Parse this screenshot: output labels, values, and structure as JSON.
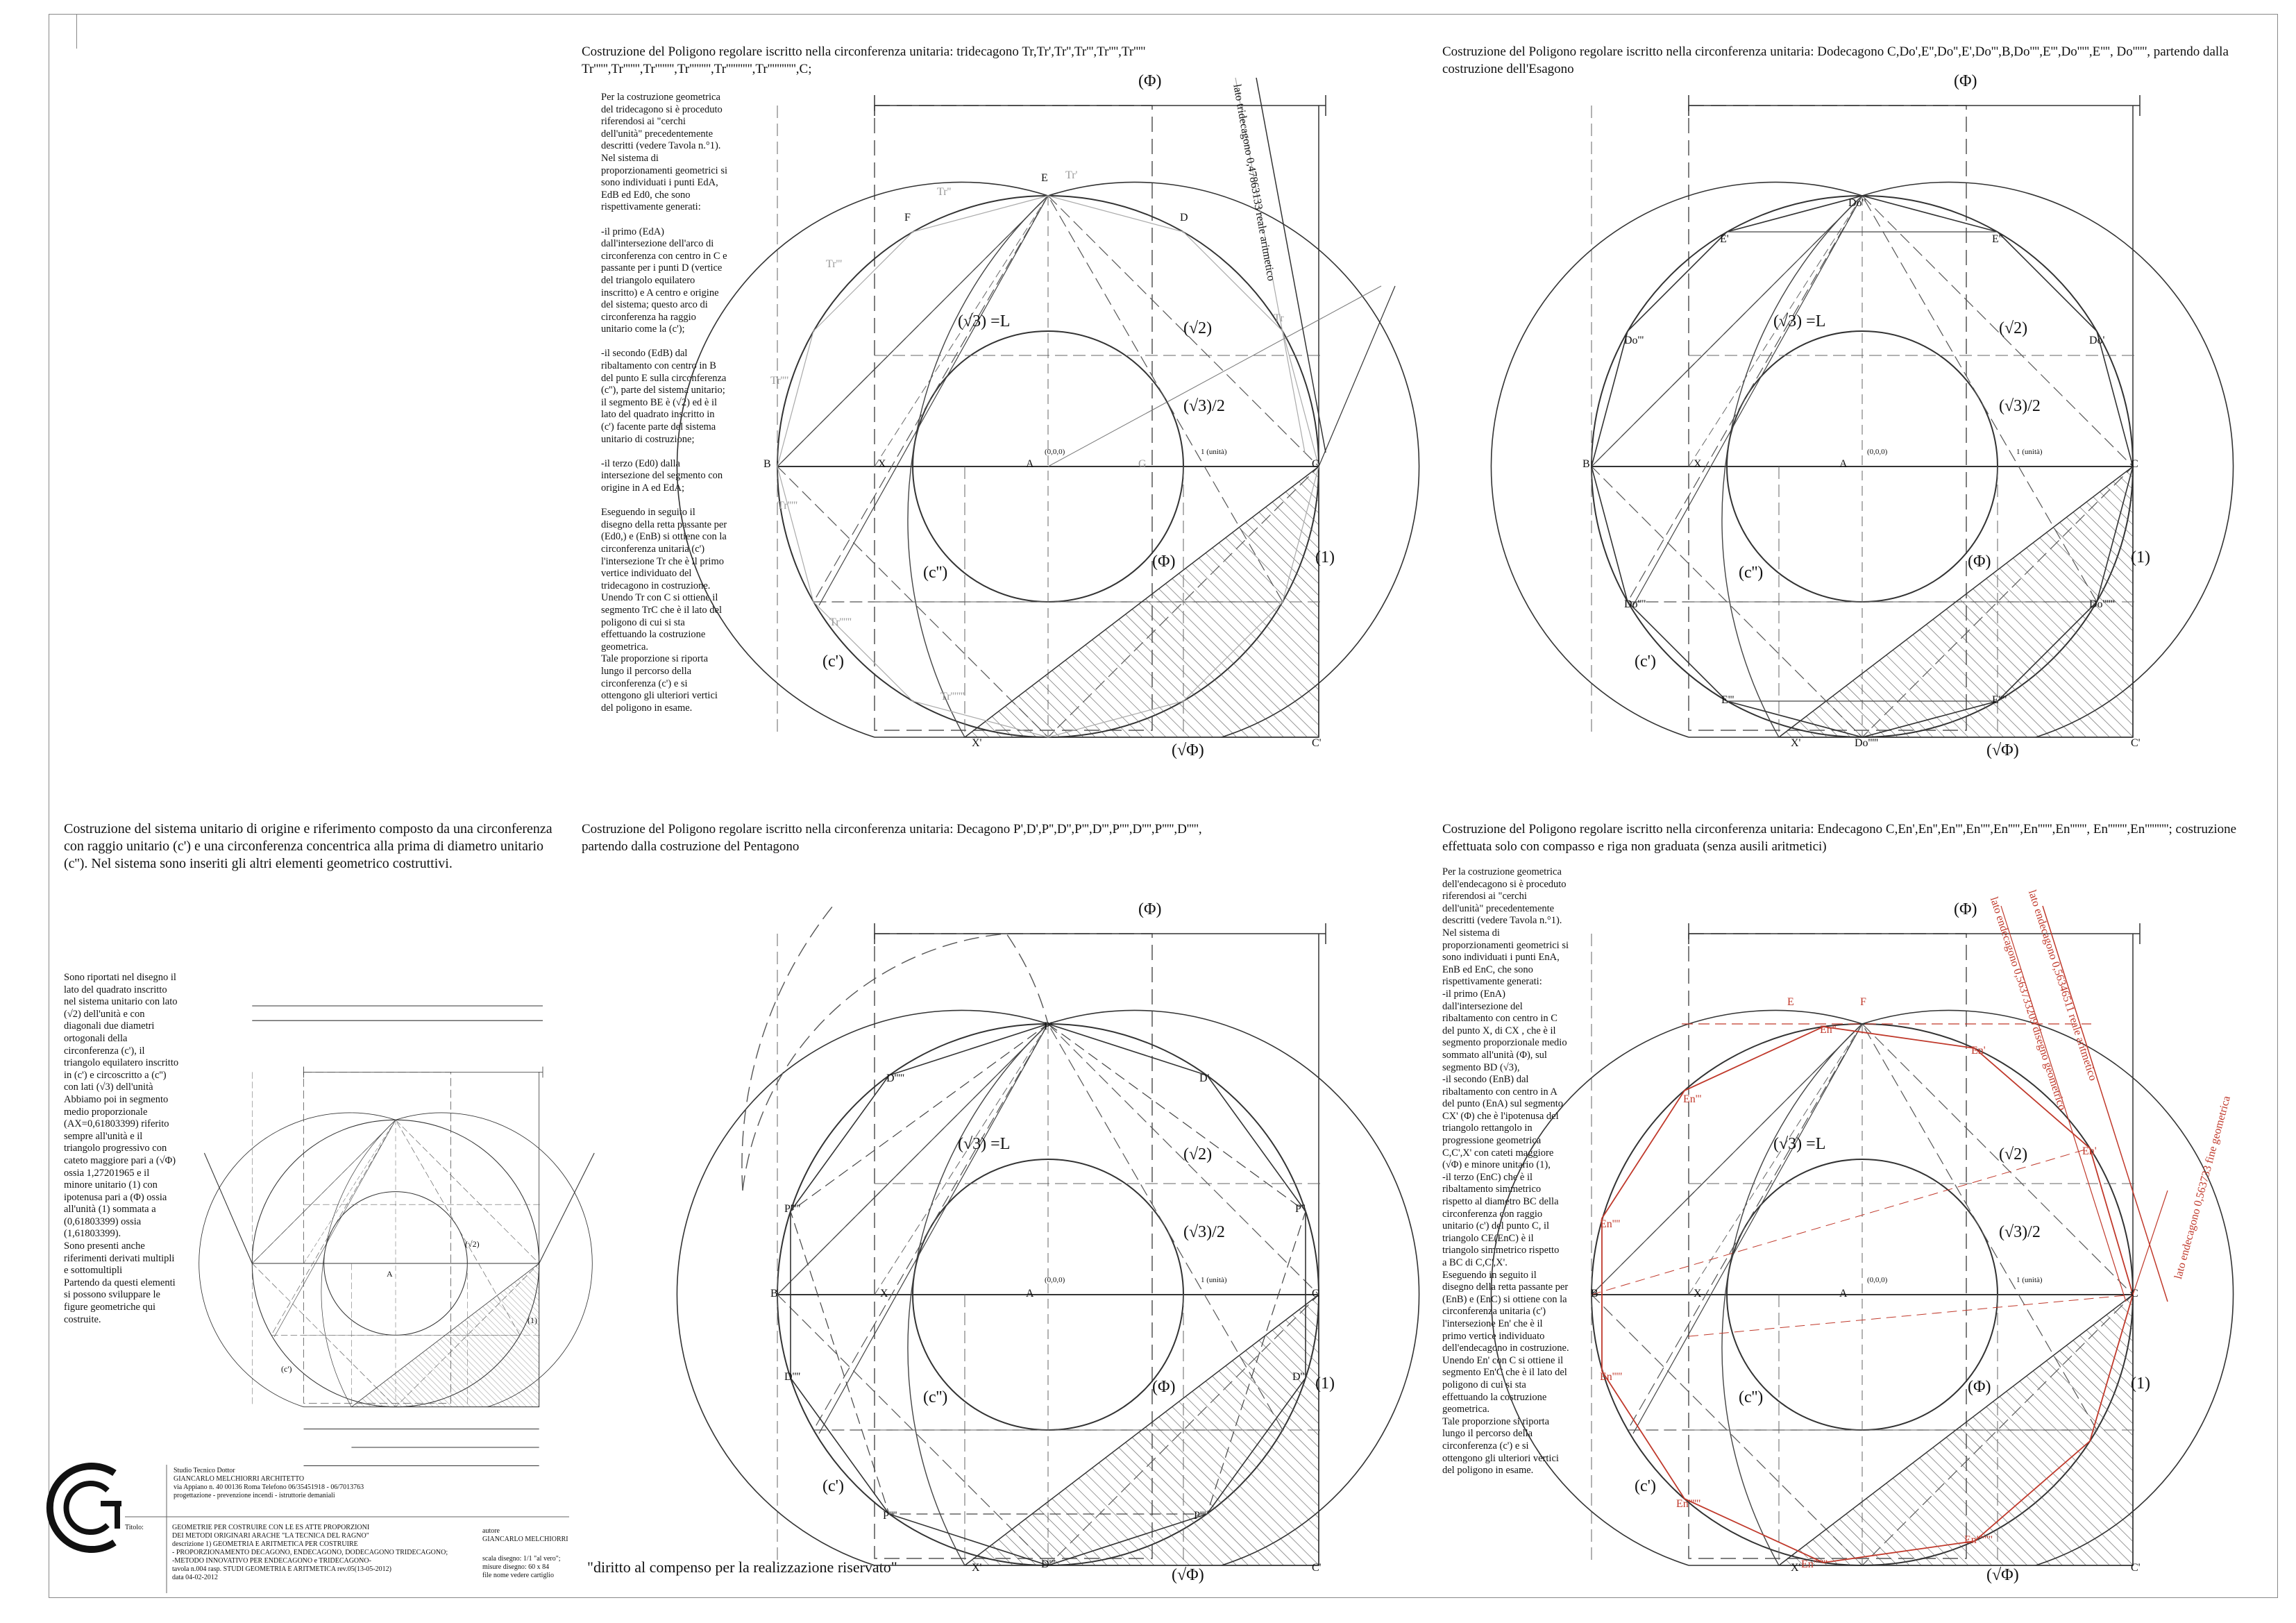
{
  "panels": {
    "top_middle": {
      "title": "Costruzione del Poligono regolare iscritto nella circonferenza unitaria: tridecagono Tr,Tr',Tr'',Tr''',Tr'''',Tr''''' Tr'''''',Tr''''''',Tr'''''''',Tr''''''''',Tr''''''''''',Tr'''''''''''',C;",
      "text": "Per la costruzione geometrica\ndel tridecagono si è proceduto\nriferendosi ai \"cerchi\ndell'unità\" precedentemente\ndescritti (vedere Tavola n.°1).\nNel sistema di\nproporzionamenti geometrici si\nsono individuati i punti EdA,\nEdB ed Ed0, che sono\nrispettivamente generati:\n\n-il primo (EdA)\ndall'intersezione dell'arco di\ncirconferenza con centro in C e\npassante per i punti D (vertice\ndel triangolo equilatero\ninscritto) e A centro e origine\ndel sistema; questo arco di\ncirconferenza ha raggio\nunitario come la (c');\n\n-il secondo (EdB) dal\nribaltamento con centro in B\ndel punto E sulla circonferenza\n(c''), parte del sistema unitario;\nil segmento BE è (√2) ed è il\nlato del quadrato inscritto in\n(c') facente parte del sistema\nunitario di costruzione;\n\n -il terzo (Ed0) dalla\nintersezione del segmento con\norigine in A ed EdA;\n\nEseguendo in seguito il\ndisegno della retta passante per\n(Ed0,) e (EnB) si ottiene con la\ncirconferenza unitaria (c')\nl'intersezione Tr che è il primo\nvertice individuato del\ntridecagono in costruzione.\nUnendo Tr con C si ottiene il\nsegmento TrC che è il lato del\npoligono di cui si sta\neffettuando la costruzione\ngeometrica.\nTale proporzione si riporta\nlungo il percorso della\ncirconferenza (c') e si\nottengono gli ulteriori vertici\ndel poligono in esame.",
      "side_label": "lato tridecagono 0,47863133 reale aritmetico"
    },
    "top_right": {
      "title": "Costruzione del Poligono regolare iscritto nella circonferenza unitaria: Dodecagono C,Do',E'',Do'',E',Do''',B,Do'''',E''',Do''''',E'''', Do'''''', partendo dalla costruzione dell'Esagono"
    },
    "bottom_left": {
      "title": "Costruzione del sistema unitario di origine e riferimento composto da una circonferenza con raggio unitario (c') e una circonferenza concentrica alla prima di diametro unitario (c''). Nel sistema sono inseriti gli altri elementi geometrico costruttivi.",
      "text": "Sono riportati nel disegno il\nlato del quadrato inscritto\nnel sistema unitario con lato\n(√2) dell'unità e con\ndiagonali due diametri\nortogonali della\ncirconferenza (c'), il\ntriangolo equilatero inscritto\nin (c') e circoscritto a (c'')\ncon lati (√3) dell'unità\nAbbiamo poi in segmento\nmedio proporzionale\n(AX=0,61803399) riferito\nsempre all'unità e il\ntriangolo progressivo con\ncateto maggiore pari a (√Φ)\nossia 1,27201965 e il\nminore unitario (1) con\nipotenusa pari a (Φ) ossia\nall'unità (1) sommata a\n(0,61803399) ossia\n(1,61803399).\nSono presenti anche\nriferimenti derivati multipli\ne sottomultipli\nPartendo da questi elementi\nsi possono sviluppare le\nfigure geometriche qui\ncostruite."
    },
    "bottom_middle": {
      "title": "Costruzione del Poligono regolare iscritto nella circonferenza unitaria: Decagono P',D',P'',D'',P''',D''',P'''',D'''',P''''',D''''', partendo dalla costruzione del Pentagono",
      "quote": "\"diritto al compenso per la realizzazione riservato\""
    },
    "bottom_right": {
      "title": "Costruzione del Poligono regolare iscritto nella circonferenza unitaria: Endecagono C,En',En'',En''',En'''',En''''',En'''''',En''''''', En'''''''',En''''''''''; costruzione effettuata solo con compasso e riga non graduata (senza ausili aritmetici)",
      "text": "Per la costruzione geometrica\ndell'endecagono si è proceduto\nriferendosi ai \"cerchi\ndell'unità\" precedentemente\ndescritti (vedere Tavola n.°1).\nNel sistema di\nproporzionamenti geometrici si\nsono individuati i punti EnA,\nEnB ed EnC, che sono\nrispettivamente generati:\n-il primo (EnA)\ndall'intersezione del\nribaltamento con centro in C\ndel punto X, di CX , che è il\nsegmento proporzionale medio\nsommato all'unità (Φ), sul\nsegmento BD (√3),\n-il secondo (EnB) dal\nribaltamento con centro in A\ndel punto (EnA) sul segmento\nCX' (Φ) che è l'ipotenusa del\ntriangolo rettangolo in\nprogressione geometrica\nC,C',X' con cateti maggiore\n(√Φ) e minore unitario (1),\n-il terzo (EnC) che è il\nribaltamento simmetrico\nrispetto al diametro BC della\ncirconferenza con raggio\nunitario (c') del punto C, il\ntriangolo CE(EnC) è il\ntriangolo simmetrico rispetto\na BC di C,C',X'.\nEseguendo in seguito il\ndisegno della retta passante per\n(EnB) e (EnC) si ottiene con la\ncirconferenza unitaria (c')\nl'intersezione En' che è il\nprimo vertice individuato\ndell'endecagono in costruzione.\nUnendo En' con C si ottiene il\nsegmento En'C che è il lato del\npoligono di cui si sta\neffettuando la costruzione\ngeometrica.\nTale proporzione si riporta\nlungo il percorso della\ncirconferenza (c') e si\nottengono gli ulteriori vertici\ndel poligono in esame.",
      "side_label_1": "lato endecagono 0,56346511 reale aritmetico",
      "side_label_2": "lato endecagono 0,563733209 disegno geometrico",
      "side_label_3": "lato endecagono 0,563733 fine geometrica"
    }
  },
  "labels": {
    "phi": "(Φ)",
    "sqrt_phi": "(√Φ)",
    "sqrt2": "(√2)",
    "sqrt3_L": "(√3) =L",
    "sqrt3_half": "(√3)/2",
    "one": "(1)",
    "c1": "(c')",
    "c2": "(c'')",
    "origin": "(0,0,0)",
    "unit": "1 (unità)",
    "B": "B",
    "X": "X",
    "A": "A",
    "C": "C",
    "Xp": "X'",
    "Cp": "C'",
    "E": "E",
    "F": "F",
    "D": "D",
    "G": "G",
    "Do1": "Do'",
    "Do2": "Do''",
    "Do3": "Do'''",
    "Do4": "Do''''",
    "Do5": "Do'''''",
    "Do6": "Do''''''",
    "E1": "E'",
    "E2": "E''",
    "E3": "E'''",
    "E4": "E''''",
    "P1": "P'",
    "P2": "P''",
    "P3": "P'''",
    "P4": "P''''",
    "P5": "P'''''",
    "D1": "D'",
    "D2": "D''",
    "D3": "D'''",
    "D4": "D''''",
    "D5": "D'''''",
    "En1": "En'",
    "En2": "En''",
    "En3": "En'''",
    "En4": "En''''",
    "En5": "En'''''",
    "En6": "En''''''",
    "En7": "En'''''''",
    "En8": "En''''''''",
    "Tr1": "Tr'",
    "Tr2": "Tr''",
    "Tr3": "Tr'''",
    "Tr4": "Tr''''",
    "Tr5": "Tr'''''",
    "Tr6": "Tr''''''",
    "Tr7": "Tr'''''''",
    "Tr": "Tr"
  },
  "title_block": {
    "studio": "Studio Tecnico Dottor\nGIANCARLO MELCHIORRI ARCHITETTO\nvia Appiano n. 40  00136 Roma  Telefono 06/35451918 - 06/7013763\nprogettazione  -  prevenzione incendi  -  istruttorie demaniali",
    "titolo_label": "Titolo:",
    "titolo": "GEOMETRIE PER COSTRUIRE CON LE ES ATTE PROPORZIONI\nDEI METODI ORIGINARI ARACHE \"LA TECNICA DEL RAGNO\"\ndescrizione 1) GEOMETRIA E ARITMETICA PER COSTRUIRE\n- PROPORZIONAMENTO DECAGONO, ENDECAGONO, DODECAGONO TRIDECAGONO;\n-METODO INNOVATIVO PER ENDECAGONO e TRIDECAGONO-\ntavola n.004  rasp. STUDI GEOMETRIA E ARITMETICA rev.05(13-05-2012)\ndata 04-02-2012",
    "autore": "autore\nGIANCARLO  MELCHIORRI",
    "scala": "scala disegno: 1/1 \"al vero\";\nmisure disegno: 60 x 84\nfile nome vedere cartiglio"
  }
}
